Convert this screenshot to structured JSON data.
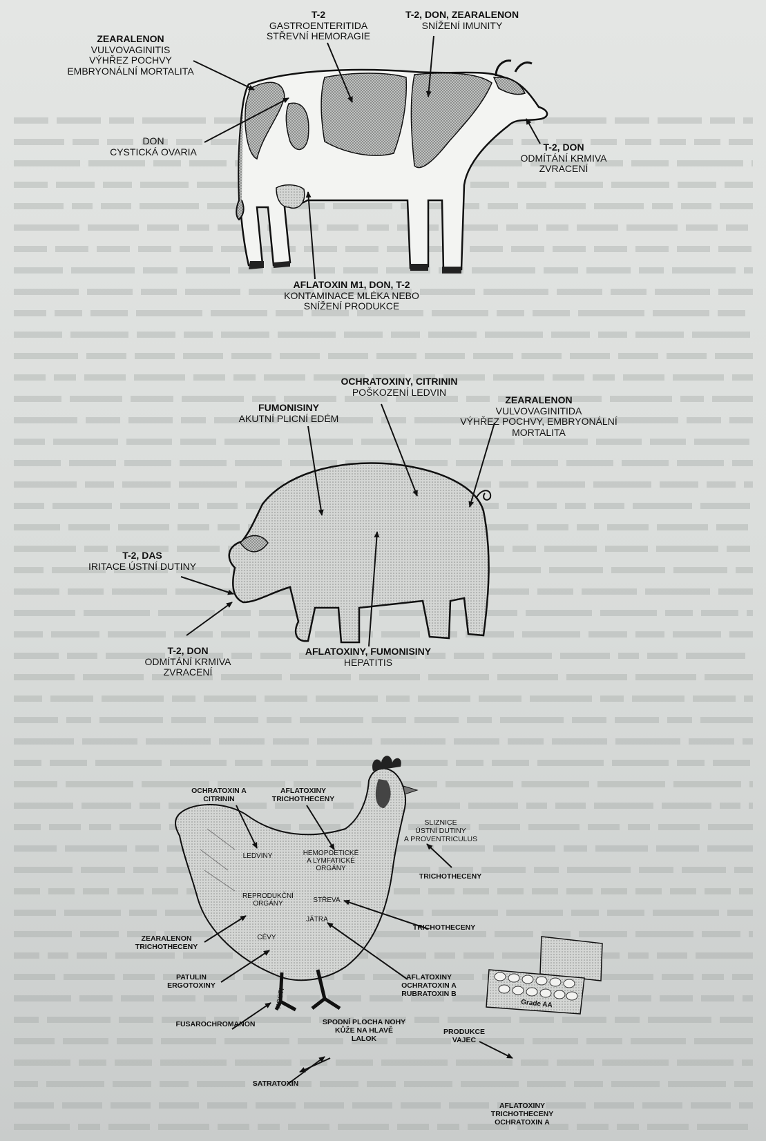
{
  "cow": {
    "zearalenon": {
      "title": "ZEARALENON",
      "line1": "VULVOVAGINITIS",
      "line2": "VÝHŘEZ POCHVY",
      "line3": "EMBRYONÁLNÍ MORTALITA"
    },
    "t2_gastro": {
      "title": "T-2",
      "line1": "GASTROENTERITIDA",
      "line2": "STŘEVNÍ HEMORAGIE"
    },
    "immunity": {
      "title": "T-2, DON, ZEARALENON",
      "line1": "SNÍŽENÍ IMUNITY"
    },
    "don_ovaria": {
      "title": "DON",
      "line1": "CYSTICKÁ OVARIA"
    },
    "t2_don": {
      "title": "T-2, DON",
      "line1": "ODMÍTÁNÍ KRMIVA",
      "line2": "ZVRACENÍ"
    },
    "milk": {
      "title": "AFLATOXIN M1, DON, T-2",
      "line1": "KONTAMINACE MLÉKA NEBO",
      "line2": "SNÍŽENÍ PRODUKCE"
    }
  },
  "pig": {
    "ochratoxiny": {
      "title": "OCHRATOXINY, CITRININ",
      "line1": "POŠKOZENÍ LEDVIN"
    },
    "fumonisiny": {
      "title": "FUMONISINY",
      "line1": "AKUTNÍ PLICNÍ EDÉM"
    },
    "zearalenon": {
      "title": "ZEARALENON",
      "line1": "VULVOVAGINITIDA",
      "line2": "VÝHŘEZ POCHVY, EMBRYONÁLNÍ",
      "line3": "MORTALITA"
    },
    "t2_das": {
      "title": "T-2, DAS",
      "line1": "IRITACE ÚSTNÍ DUTINY"
    },
    "t2_don": {
      "title": "T-2, DON",
      "line1": "ODMÍTÁNÍ KRMIVA",
      "line2": "ZVRACENÍ"
    },
    "hepatitis": {
      "title": "AFLATOXINY, FUMONISINY",
      "line1": "HEPATITIS"
    }
  },
  "hen": {
    "ochratoxin_citrinin": {
      "line1": "OCHRATOXIN A",
      "line2": "CITRININ"
    },
    "aflatoxiny_trichotheceny": {
      "line1": "AFLATOXINY",
      "line2": "TRICHOTHECENY"
    },
    "sliznice": {
      "line1": "SLIZNICE",
      "line2": "ÚSTNÍ DUTINY",
      "line3": "A PROVENTRICULUS"
    },
    "trichotheceny_mouth": "TRICHOTHECENY",
    "trichotheceny_gut": "TRICHOTHECENY",
    "zearalenon": {
      "line1": "ZEARALENON",
      "line2": "TRICHOTHECENY"
    },
    "patulin": {
      "line1": "PATULIN",
      "line2": "ERGOTOXINY"
    },
    "aflatoxiny_liver": {
      "line1": "AFLATOXINY",
      "line2": "OCHRATOXIN A",
      "line3": "RUBRATOXIN B"
    },
    "fusarochromanon": "FUSAROCHROMANON",
    "feet": {
      "line1": "SPODNÍ PLOCHA NOHY",
      "line2": "KŮŽE NA HLAVĚ",
      "line3": "LALOK"
    },
    "produkce": {
      "line1": "PRODUKCE",
      "line2": "VAJEC"
    },
    "satratoxin": "SATRATOXIN",
    "eggs": {
      "line1": "AFLATOXINY",
      "line2": "TRICHOTHECENY",
      "line3": "OCHRATOXIN A"
    },
    "organs": {
      "ledviny": "LEDVINY",
      "hemo1": "HEMOPOETICKÉ",
      "hemo2": "A LYMFATICKÉ",
      "hemo3": "ORGÁNY",
      "repro1": "REPRODUKČNÍ",
      "repro2": "ORGÁNY",
      "streva": "STŘEVA",
      "jatra": "JÁTRA",
      "cevy": "CÉVY",
      "kosti": "KOSTI"
    },
    "carton": "Grade AA"
  },
  "colors": {
    "ink": "#111111",
    "paper": "#e0e2e0",
    "halftone": "#6a6c6b"
  }
}
